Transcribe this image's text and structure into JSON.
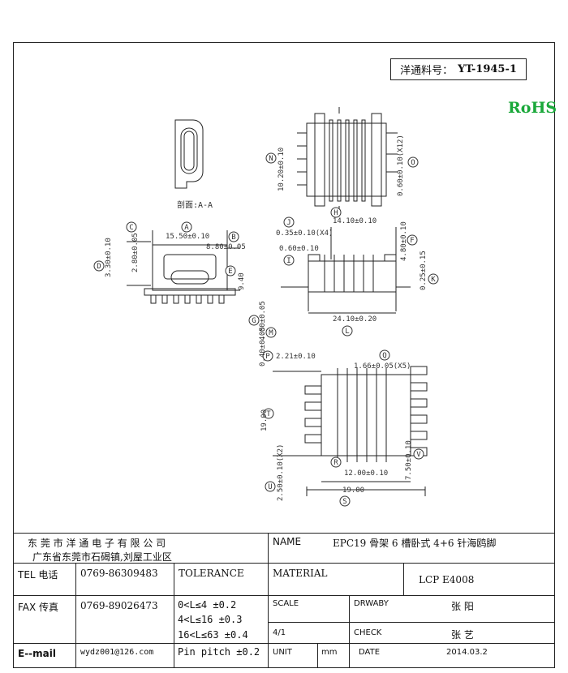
{
  "header": {
    "part_label": "洋通料号：",
    "part_number": "YT-1945-1",
    "rohs": "RoHS"
  },
  "drawing": {
    "section_label": "剖面:A-A",
    "circle_labels": [
      "A",
      "B",
      "C",
      "D",
      "E",
      "F",
      "G",
      "H",
      "I",
      "J",
      "K",
      "L",
      "M",
      "N",
      "O",
      "P",
      "Q",
      "R",
      "S",
      "T",
      "U",
      "V"
    ],
    "dimensions": {
      "top_o": "0.60±0.10(X12)",
      "top_n": "10.20±0.10",
      "left_a": "15.50±0.10",
      "left_b": "8.80±0.05",
      "left_c": "2.80±0.05",
      "left_d": "3.30±0.10",
      "left_e": "9.40",
      "mid_j": "14.10±0.10",
      "mid_h_note": "0.35±0.10(X4)",
      "mid_i": "0.60±0.10",
      "mid_f": "4.80±0.10",
      "mid_k": "0.25±0.15",
      "mid_g": "4.00±0.05",
      "mid_m": "0.40±0.05",
      "mid_l": "24.10±0.20",
      "bot_p": "2.21±0.10",
      "bot_q": "1.66±0.05(X5)",
      "bot_t": "19.00",
      "bot_r": "12.00±0.10",
      "bot_v": "7.50±0.10",
      "bot_u": "2.50±0.10(X2)",
      "bot_s": "19.00"
    }
  },
  "title_block": {
    "company": "东 莞 市 洋 通 电 子 有 限 公 司",
    "address": "广东省东莞市石碣镇,刘屋工业区",
    "name_label": "NAME",
    "name_value": "EPC19 骨架 6 槽卧式 4+6 针海鸥脚",
    "tel_label": "TEL 电话",
    "tel_value": "0769-86309483",
    "tolerance_label": "TOLERANCE",
    "material_label": "MATERIAL",
    "material_value": "LCP E4008",
    "fax_label": "FAX 传真",
    "fax_value": "0769-89026473",
    "tol_1": "0<L≤4   ±0.2",
    "tol_2": "4<L≤16  ±0.3",
    "tol_3": "16<L≤63 ±0.4",
    "tol_4": "Pin pitch ±0.2",
    "scale_label": "SCALE",
    "scale_value": "4/1",
    "drawn_label": "DRWABY",
    "drawn_value": "张 阳",
    "check_label": "CHECK",
    "check_value": "张 艺",
    "email_label": "E--mail",
    "email_value": "wydz001@126.com",
    "unit_label": "UNIT",
    "unit_value": "mm",
    "date_label": "DATE",
    "date_value": "2014.03.2"
  }
}
